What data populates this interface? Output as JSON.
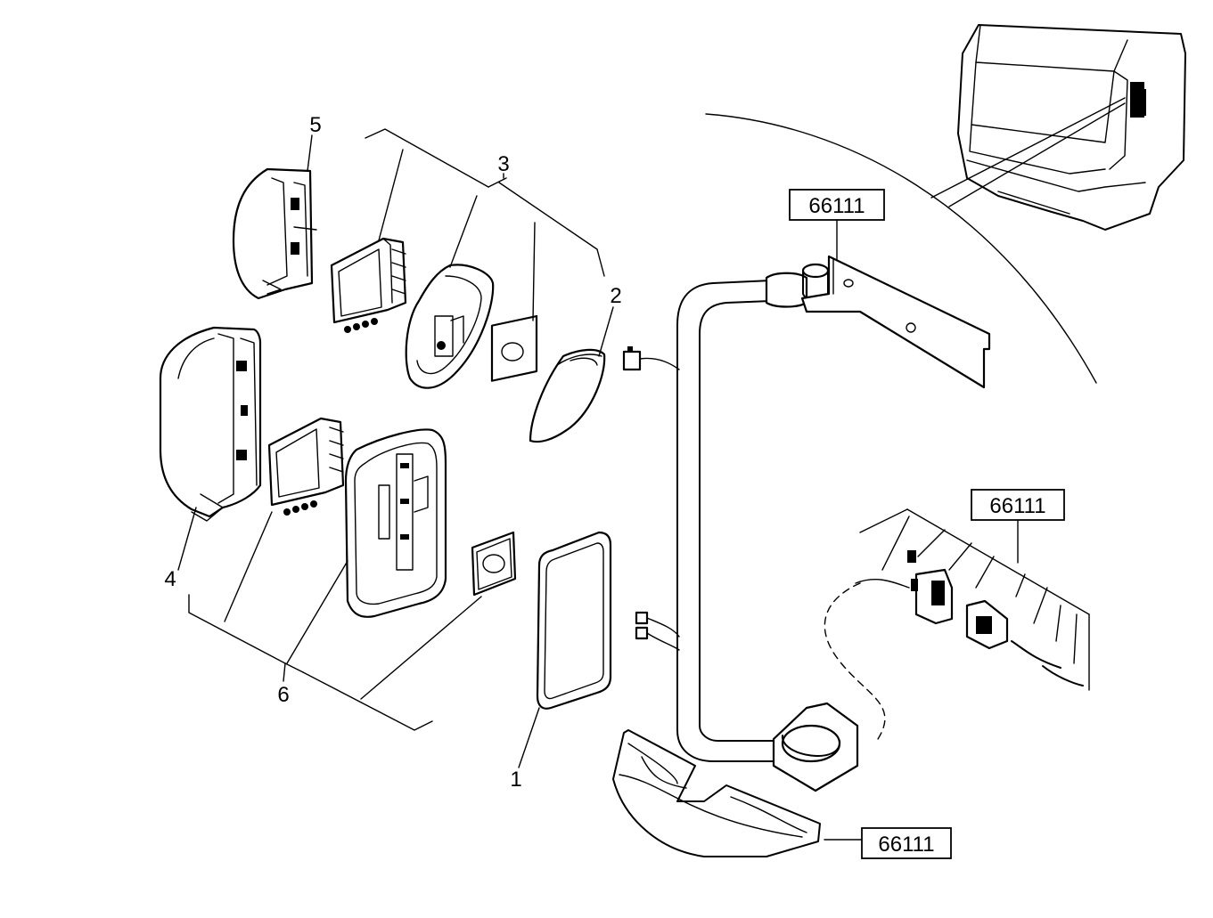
{
  "callouts": [
    {
      "id": "1",
      "label": "1"
    },
    {
      "id": "2",
      "label": "2"
    },
    {
      "id": "3",
      "label": "3"
    },
    {
      "id": "4",
      "label": "4"
    },
    {
      "id": "5",
      "label": "5"
    },
    {
      "id": "6",
      "label": "6"
    }
  ],
  "references": [
    {
      "id": "arm-bracket",
      "label": "66111"
    },
    {
      "id": "connector",
      "label": "66111"
    },
    {
      "id": "base",
      "label": "66111"
    }
  ]
}
